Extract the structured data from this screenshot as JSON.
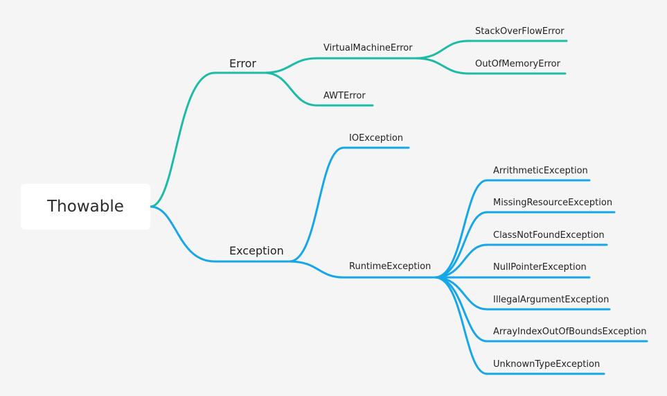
{
  "colors": {
    "error_branch": "#1dbba6",
    "exception_branch": "#17a6e8",
    "background": "#f5f5f5",
    "root_fill": "#ffffff"
  },
  "root": {
    "label": "Thowable"
  },
  "error": {
    "label": "Error",
    "virtual_machine_error": {
      "label": "VirtualMachineError",
      "children": [
        "StackOverFlowError",
        "OutOfMemoryError"
      ]
    },
    "awt_error": {
      "label": "AWTError"
    }
  },
  "exception": {
    "label": "Exception",
    "io_exception": {
      "label": "IOException"
    },
    "runtime_exception": {
      "label": "RuntimeException",
      "children": [
        "ArrithmeticException",
        "MissingResourceException",
        "ClassNotFoundException",
        "NullPointerException",
        "IllegalArgumentException",
        "ArrayIndexOutOfBoundsException",
        "UnknownTypeException"
      ]
    }
  }
}
